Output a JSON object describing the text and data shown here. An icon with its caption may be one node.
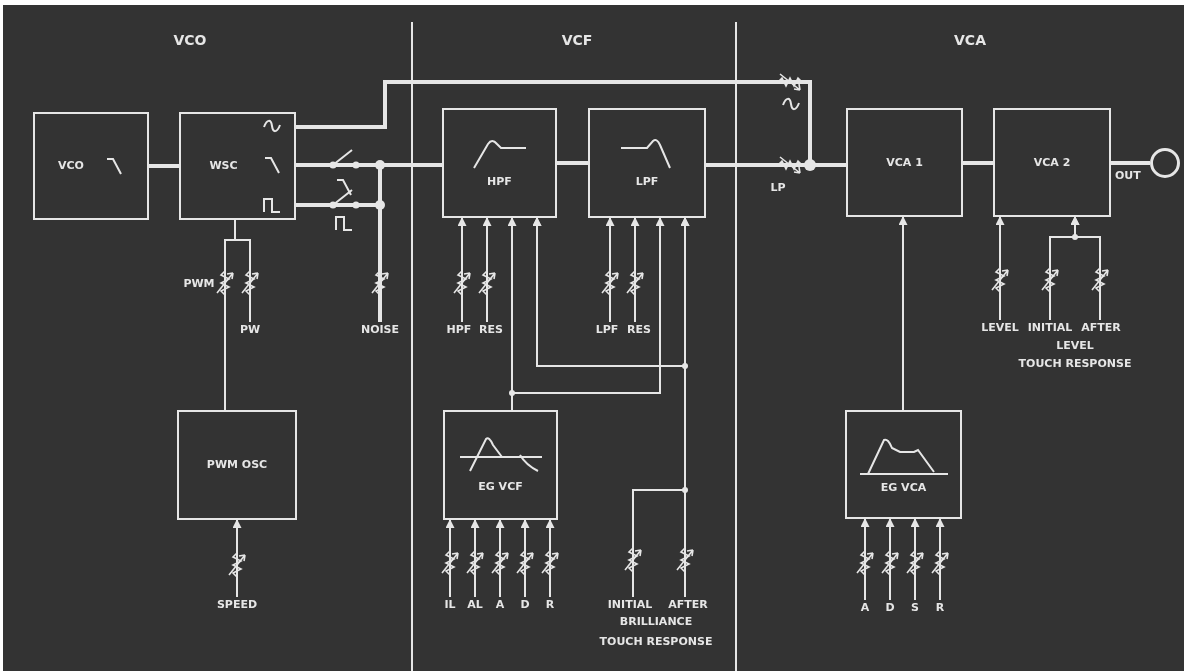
{
  "diagram": {
    "nodes": [
      {
        "text": [
          "VCO"
        ]
      },
      {
        "text": [
          "WSC"
        ]
      },
      {
        "text": [
          "HPF"
        ]
      },
      {
        "text": [
          "LPF"
        ]
      },
      {
        "text": [
          "VCA 1"
        ]
      },
      {
        "text": [
          "VCA 2"
        ]
      },
      {
        "text": [],
        "shape": "circle",
        "beside": [
          "OUT"
        ]
      },
      {
        "text": [
          "PW"
        ]
      },
      {
        "text": [
          "NOISE"
        ]
      },
      {
        "text": [
          "HPF"
        ]
      },
      {
        "text": [
          "RES"
        ]
      },
      {
        "text": [
          "LPF"
        ]
      },
      {
        "text": [
          "RES"
        ]
      },
      {
        "text": [
          "PWM OSC"
        ]
      },
      {
        "text": [
          "SPEED"
        ]
      },
      {
        "text": [
          "EG VCF"
        ]
      },
      {
        "text": [
          "IL"
        ]
      },
      {
        "text": [
          "AL"
        ]
      },
      {
        "text": [
          "A"
        ]
      },
      {
        "text": [
          "D"
        ]
      },
      {
        "text": [
          "R"
        ]
      },
      {
        "text": [
          "INITIAL"
        ]
      },
      {
        "text": [
          "AFTER"
        ]
      },
      {
        "text": [
          "LEVEL"
        ]
      },
      {
        "text": [
          "INITIAL"
        ]
      },
      {
        "text": [
          "AFTER"
        ]
      },
      {
        "text": [
          "EG VCA"
        ]
      },
      {
        "text": [
          "A"
        ]
      },
      {
        "text": [
          "D"
        ]
      },
      {
        "text": [
          "S"
        ]
      },
      {
        "text": [
          "R"
        ]
      }
    ],
    "edges": [
      {
        "from": 0,
        "to": 1,
        "arrow": "none",
        "style": "thick"
      },
      {
        "from": 1,
        "to": 2,
        "arrow": "none",
        "style": "thick"
      },
      {
        "from": 1,
        "to": 2,
        "arrow": "none",
        "style": "thick"
      },
      {
        "from": 1,
        "to": 4,
        "arrow": "none",
        "style": "thick"
      },
      {
        "from": 8,
        "to": 2,
        "arrow": "none",
        "style": "thick"
      },
      {
        "from": 2,
        "to": 3,
        "arrow": "none",
        "style": "thick"
      },
      {
        "from": 3,
        "to": 4,
        "arrow": "none",
        "style": "thick"
      },
      {
        "from": 4,
        "to": 5,
        "arrow": "none",
        "style": "thick"
      },
      {
        "from": 5,
        "to": 6,
        "arrow": "none",
        "style": "thick"
      },
      {
        "from": 13,
        "to": 1,
        "arrow": "none"
      },
      {
        "from": 7,
        "to": 1,
        "arrow": "none"
      },
      {
        "from": 14,
        "to": 13,
        "arrow": "to"
      },
      {
        "from": 9,
        "to": 2,
        "arrow": "to"
      },
      {
        "from": 10,
        "to": 2,
        "arrow": "to"
      },
      {
        "from": 15,
        "to": 2,
        "arrow": "to"
      },
      {
        "from": 15,
        "to": 3,
        "arrow": "to"
      },
      {
        "from": 21,
        "to": 2,
        "arrow": "to"
      },
      {
        "from": 21,
        "to": 3,
        "arrow": "to"
      },
      {
        "from": 22,
        "to": 2,
        "arrow": "to"
      },
      {
        "from": 22,
        "to": 3,
        "arrow": "to"
      },
      {
        "from": 11,
        "to": 3,
        "arrow": "to"
      },
      {
        "from": 12,
        "to": 3,
        "arrow": "to"
      },
      {
        "from": 16,
        "to": 15,
        "arrow": "to"
      },
      {
        "from": 17,
        "to": 15,
        "arrow": "to"
      },
      {
        "from": 18,
        "to": 15,
        "arrow": "to"
      },
      {
        "from": 19,
        "to": 15,
        "arrow": "to"
      },
      {
        "from": 20,
        "to": 15,
        "arrow": "to"
      },
      {
        "from": 26,
        "to": 4,
        "arrow": "to"
      },
      {
        "from": 23,
        "to": 5,
        "arrow": "to"
      },
      {
        "from": 24,
        "to": 5,
        "arrow": "to"
      },
      {
        "from": 25,
        "to": 5,
        "arrow": "to"
      },
      {
        "from": 27,
        "to": 26,
        "arrow": "to"
      },
      {
        "from": 28,
        "to": 26,
        "arrow": "to"
      },
      {
        "from": 29,
        "to": 26,
        "arrow": "to"
      },
      {
        "from": 30,
        "to": 26,
        "arrow": "to"
      }
    ],
    "labels": [
      "VCO",
      "VCF",
      "VCA",
      "PWM",
      "LP",
      "BRILLIANCE",
      "TOUCH RESPONSE",
      "LEVEL",
      "TOUCH RESPONSE"
    ]
  }
}
